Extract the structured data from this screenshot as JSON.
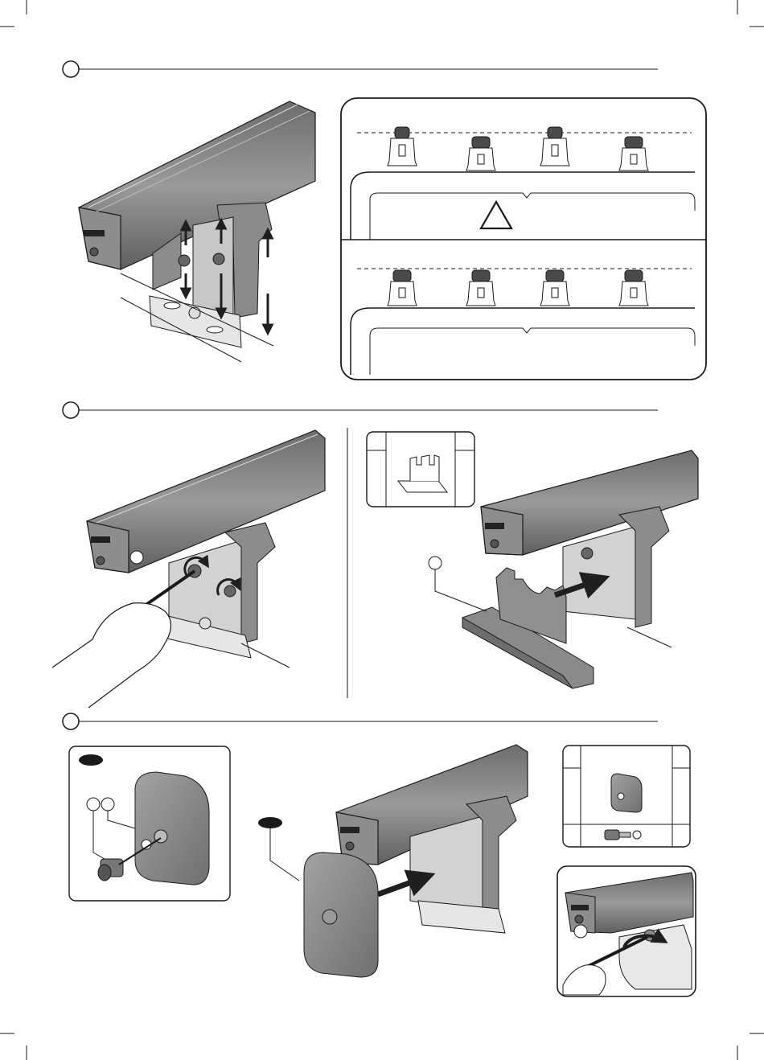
{
  "document": {
    "type": "assembly-instructions",
    "steps": [
      {
        "marker": "step-1-circle"
      },
      {
        "marker": "step-2-circle"
      },
      {
        "marker": "step-3-circle"
      }
    ]
  },
  "colors": {
    "ink": "#1a1a1a",
    "bar_gray": "#7a7a7a",
    "bar_light": "#9b9b9b",
    "bracket_gray": "#8c8c8c",
    "cap_gray": "#8f8f8f",
    "dark_cap": "#4a4a4a",
    "arrow": "#1f1f1f",
    "paper": "#ffffff"
  },
  "icons": {
    "warning": "warning-triangle-icon",
    "hand": "hand-icon",
    "screwdriver": "screwdriver-icon",
    "arrow": "arrow-icon"
  }
}
